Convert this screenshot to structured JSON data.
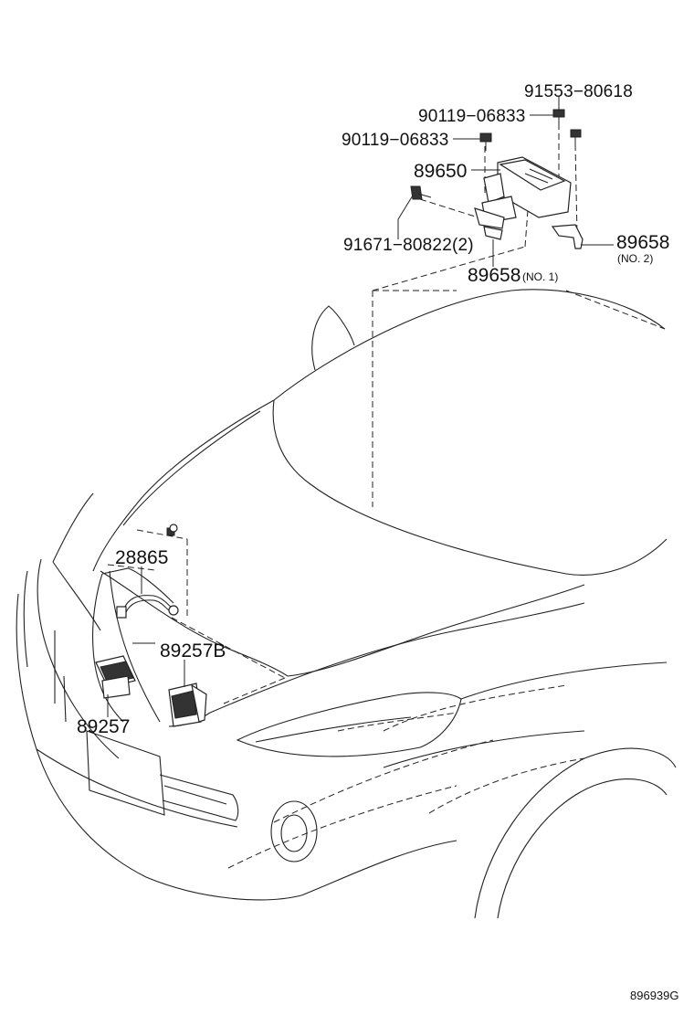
{
  "diagram": {
    "parts": {
      "p91553": "91553−80618",
      "p90119a": "90119−06833",
      "p90119b": "90119−06833",
      "p89650": "89650",
      "p91671": "91671−80822(2)",
      "p89658_no1": "89658",
      "p89658_no1_note": "(NO. 1)",
      "p89658_no2": "89658",
      "p89658_no2_note": "(NO. 2)",
      "p28865": "28865",
      "p89257B": "89257B",
      "p89257": "89257"
    },
    "figure_code": "896939G"
  }
}
